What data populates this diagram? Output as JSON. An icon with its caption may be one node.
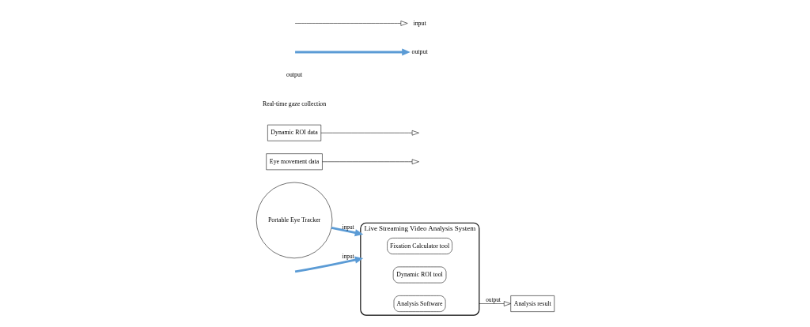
{
  "diagram": {
    "nodes": [
      {
        "text": [
          "Portable Eye Tracker"
        ]
      },
      {
        "text": [
          "Live Streaming Video Analysis System"
        ]
      },
      {
        "text": [
          "Fixation Calculator tool"
        ],
        "in": 1
      },
      {
        "text": [
          "Dynamic ROI tool"
        ],
        "in": 1
      },
      {
        "text": [
          "Analysis Software"
        ],
        "in": 1
      },
      {
        "text": [
          "Analysis result"
        ]
      },
      {
        "text": [
          "Eye movement data"
        ]
      },
      {
        "text": [
          "Dynamic ROI data"
        ]
      }
    ],
    "edges": [
      {
        "from": 0,
        "to": 1,
        "arrow": "to",
        "label": "input",
        "style": "thick",
        "color": "#5b9bd5"
      },
      {
        "from": 1,
        "to": 5,
        "arrow": "to",
        "label": "output"
      },
      {
        "from": 6,
        "to": null,
        "arrow": "to"
      },
      {
        "from": 7,
        "to": null,
        "arrow": "to"
      },
      {
        "from": null,
        "to": 1,
        "arrow": "to",
        "label": "input",
        "style": "thick",
        "color": "#5b9bd5"
      }
    ],
    "labels": [
      "Real-time gaze collection",
      "output"
    ],
    "legend": [
      {
        "text": "input"
      },
      {
        "text": "output"
      }
    ]
  }
}
